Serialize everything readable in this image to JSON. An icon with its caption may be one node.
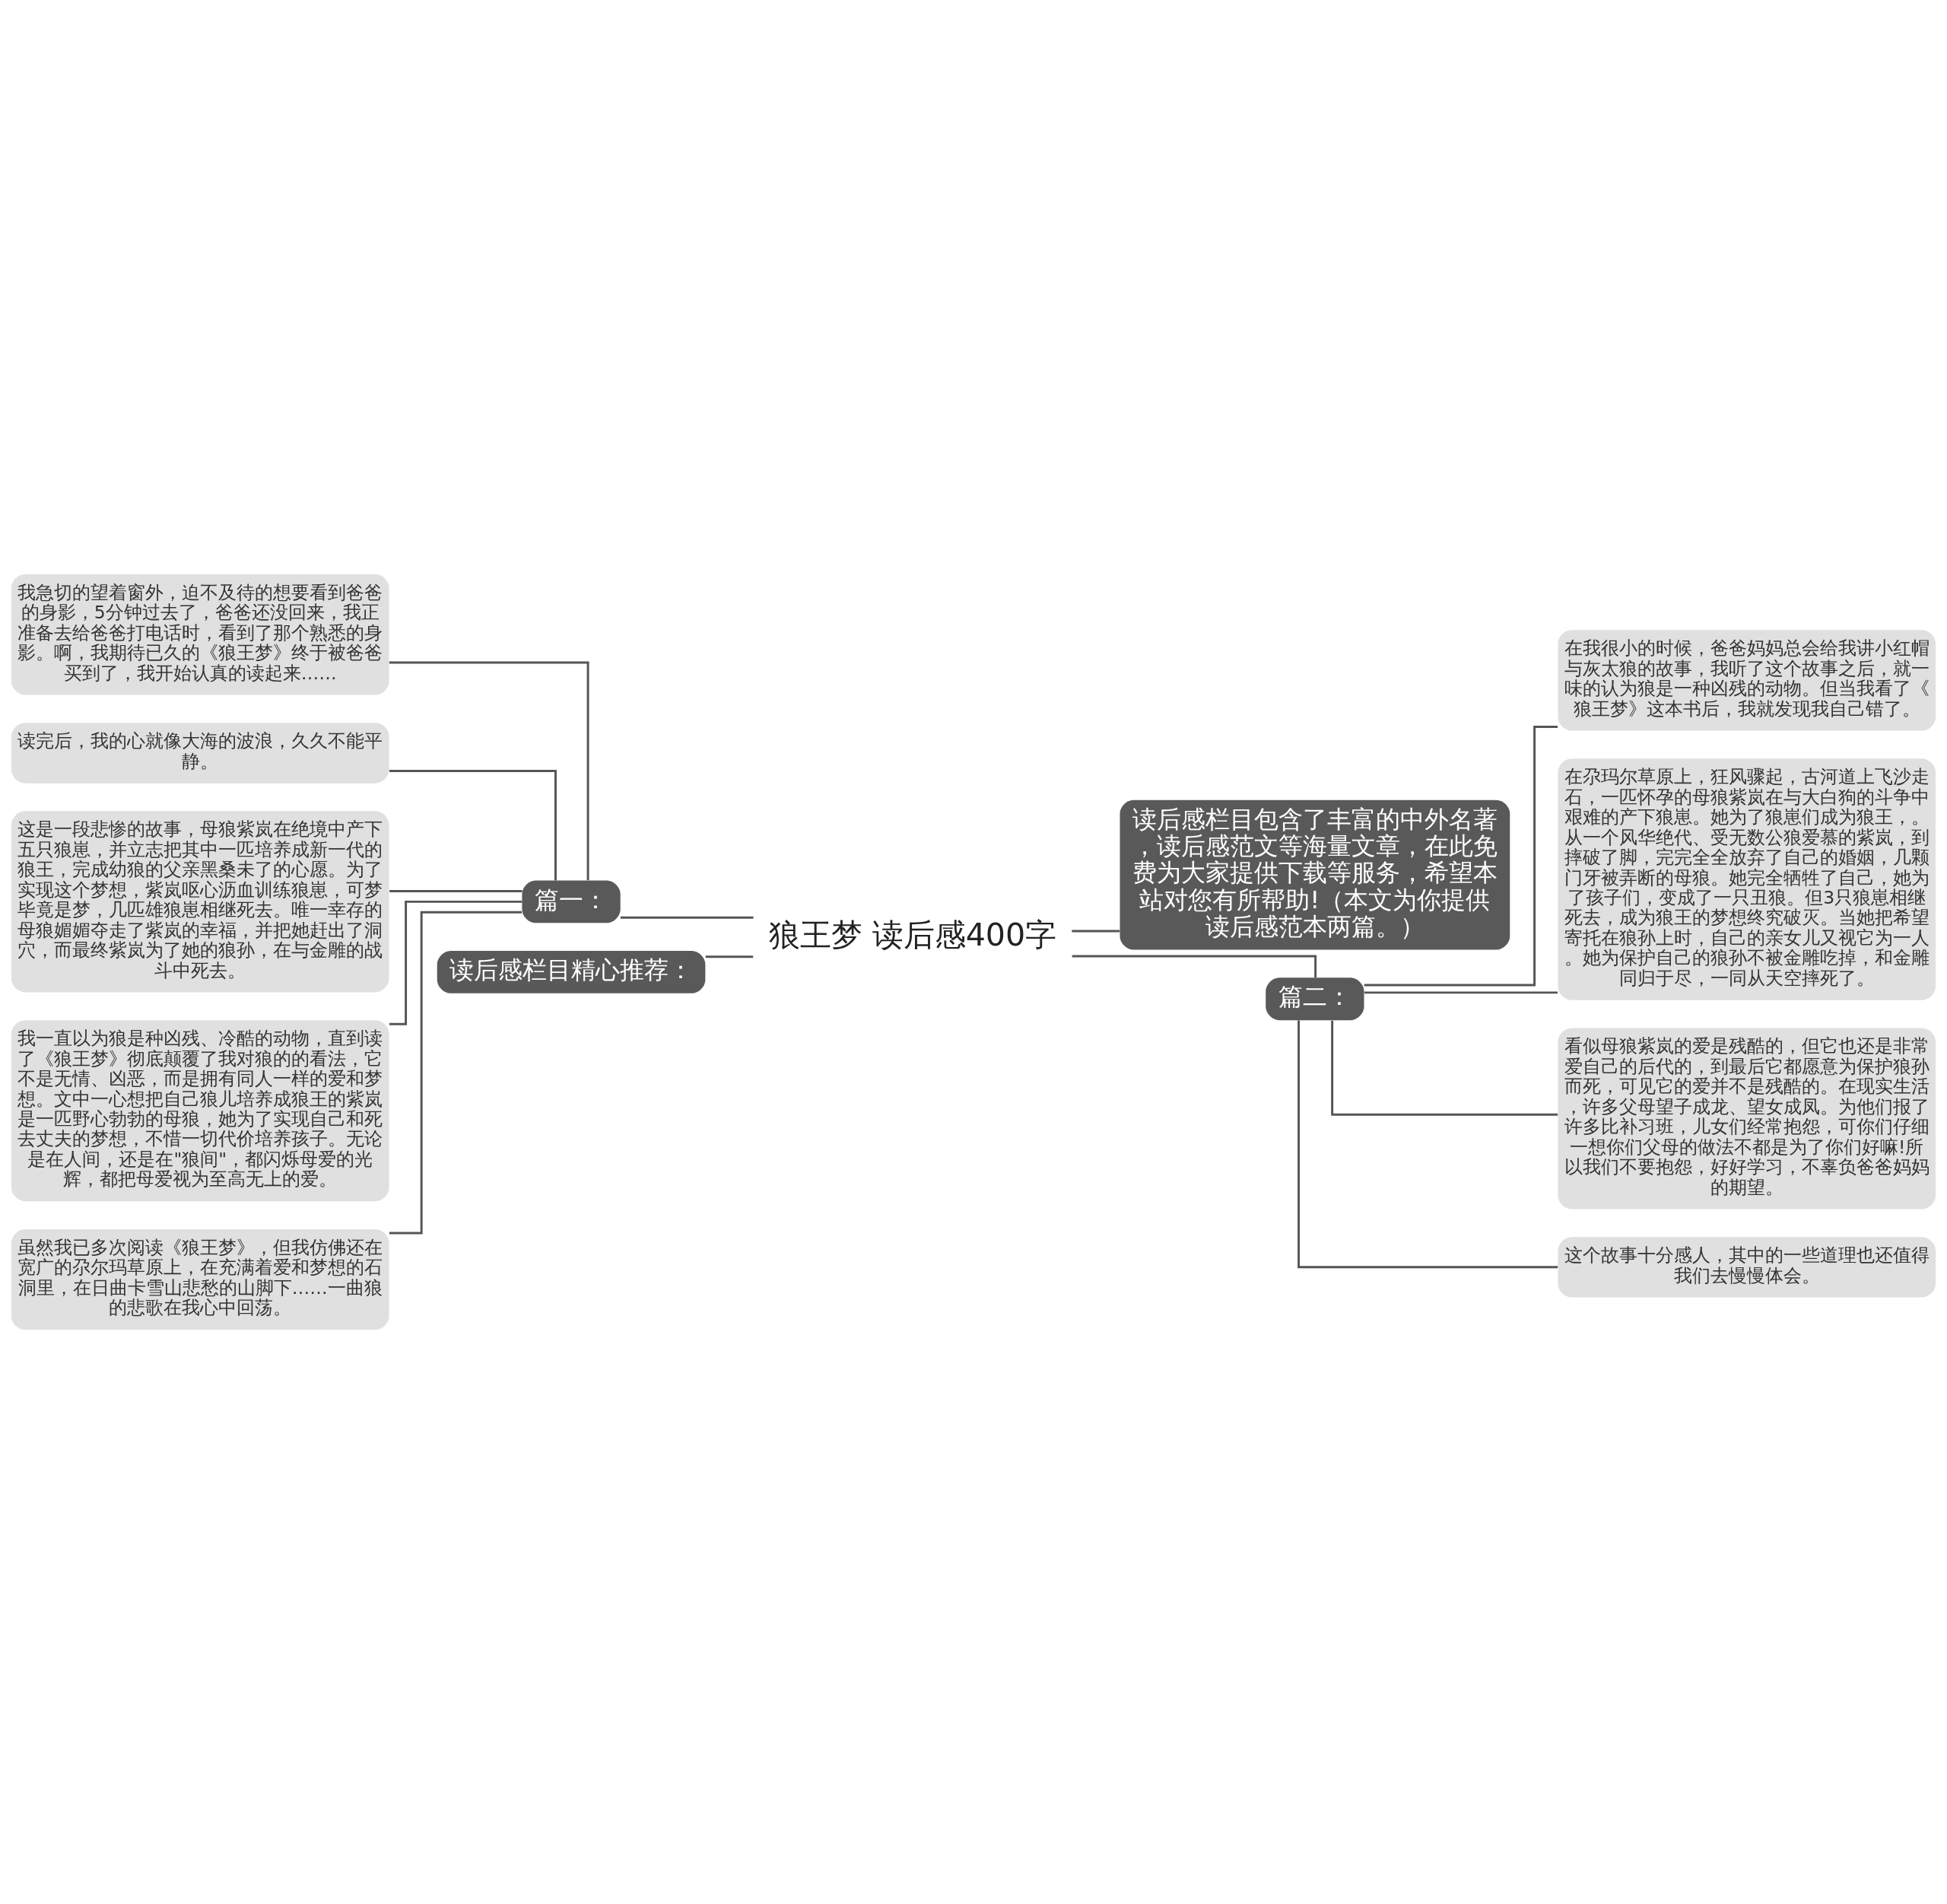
{
  "diagram": {
    "nodes": [
      {
        "text": [
          "狼王梦 读后感400字"
        ]
      },
      {
        "text": [
          "篇一："
        ]
      },
      {
        "text": [
          "我急切的望着窗外，迫不及待的想要看到爸爸的身影，5分钟过去了，爸爸还没回来，我正准备去给爸爸打电话时，看到了那个熟悉的身影。啊，我期待已久的《狼王梦》终于被爸爸买到了，我开始认真的读起来……"
        ]
      },
      {
        "text": [
          "读完后，我的心就像大海的波浪，久久不能平静。"
        ]
      },
      {
        "text": [
          "这是一段悲惨的故事，母狼紫岚在绝境中产下五只狼崽，并立志把其中一匹培养成新一代的狼王，完成幼狼的父亲黑桑未了的心愿。为了实现这个梦想，紫岚呕心沥血训练狼崽，可梦毕竟是梦，几匹雄狼崽相继死去。唯一幸存的母狼媚媚夺走了紫岚的幸福，并把她赶出了洞穴，而最终紫岚为了她的狼孙，在与金雕的战斗中死去。"
        ]
      },
      {
        "text": [
          "我一直以为狼是种凶残、冷酷的动物，直到读了《狼王梦》彻底颠覆了我对狼的的看法，它不是无情、凶恶，而是拥有同人一样的爱和梦想。文中一心想把自己狼儿培养成狼王的紫岚是一匹野心勃勃的母狼，她为了实现自己和死去丈夫的梦想，不惜一切代价培养孩子。无论是在人间，还是在\"狼间\"，都闪烁母爱的光辉，都把母爱视为至高无上的爱。"
        ]
      },
      {
        "text": [
          "虽然我已多次阅读《狼王梦》，但我仿佛还在宽广的尕尔玛草原上，在充满着爱和梦想的石洞里，在日曲卡雪山悲愁的山脚下……一曲狼的悲歌在我心中回荡。"
        ]
      },
      {
        "text": [
          "读后感栏目精心推荐："
        ]
      },
      {
        "text": [
          "读后感栏目包含了丰富的中外名著，读后感范文等海量文章，在此免费为大家提供下载等服务，希望本站对您有所帮助!（本文为你提供读后感范本两篇。）"
        ]
      },
      {
        "text": [
          "篇二："
        ]
      },
      {
        "text": [
          "在我很小的时候，爸爸妈妈总会给我讲小红帽与灰太狼的故事，我听了这个故事之后，就一味的认为狼是一种凶残的动物。但当我看了《狼王梦》这本书后，我就发现我自己错了。"
        ]
      },
      {
        "text": [
          "在尕玛尔草原上，狂风骤起，古河道上飞沙走石，一匹怀孕的母狼紫岚在与大白狗的斗争中艰难的产下狼崽。她为了狼崽们成为狼王，。从一个风华绝代、受无数公狼爱慕的紫岚，到摔破了脚，完完全全放弃了自己的婚姻，几颗门牙被弄断的母狼。她完全牺牲了自己，她为了孩子们，变成了一只丑狼。但3只狼崽相继死去，成为狼王的梦想终究破灭。当她把希望寄托在狼孙上时，自己的亲女儿又视它为一人。她为保护自己的狼孙不被金雕吃掉，和金雕同归于尽，一同从天空摔死了。"
        ]
      },
      {
        "text": [
          "看似母狼紫岚的爱是残酷的，但它也还是非常爱自己的后代的，到最后它都愿意为保护狼孙而死，可见它的爱并不是残酷的。在现实生活，许多父母望子成龙、望女成凤。为他们报了许多比补习班，儿女们经常抱怨，可你们仔细一想你们父母的做法不都是为了你们好嘛!所以我们不要抱怨，好好学习，不辜负爸爸妈妈的期望。"
        ]
      },
      {
        "text": [
          "这个故事十分感人，其中的一些道理也还值得我们去慢慢体会。"
        ]
      }
    ],
    "edges": [
      {
        "from": 0,
        "to": 1,
        "arrow": "none"
      },
      {
        "from": 1,
        "to": 2,
        "arrow": "none"
      },
      {
        "from": 1,
        "to": 3,
        "arrow": "none"
      },
      {
        "from": 1,
        "to": 4,
        "arrow": "none"
      },
      {
        "from": 1,
        "to": 5,
        "arrow": "none"
      },
      {
        "from": 1,
        "to": 6,
        "arrow": "none"
      },
      {
        "from": 0,
        "to": 7,
        "arrow": "none"
      },
      {
        "from": 0,
        "to": 8,
        "arrow": "none"
      },
      {
        "from": 0,
        "to": 9,
        "arrow": "none"
      },
      {
        "from": 9,
        "to": 10,
        "arrow": "none"
      },
      {
        "from": 9,
        "to": 11,
        "arrow": "none"
      },
      {
        "from": 9,
        "to": 12,
        "arrow": "none"
      },
      {
        "from": 9,
        "to": 13,
        "arrow": "none"
      }
    ]
  }
}
